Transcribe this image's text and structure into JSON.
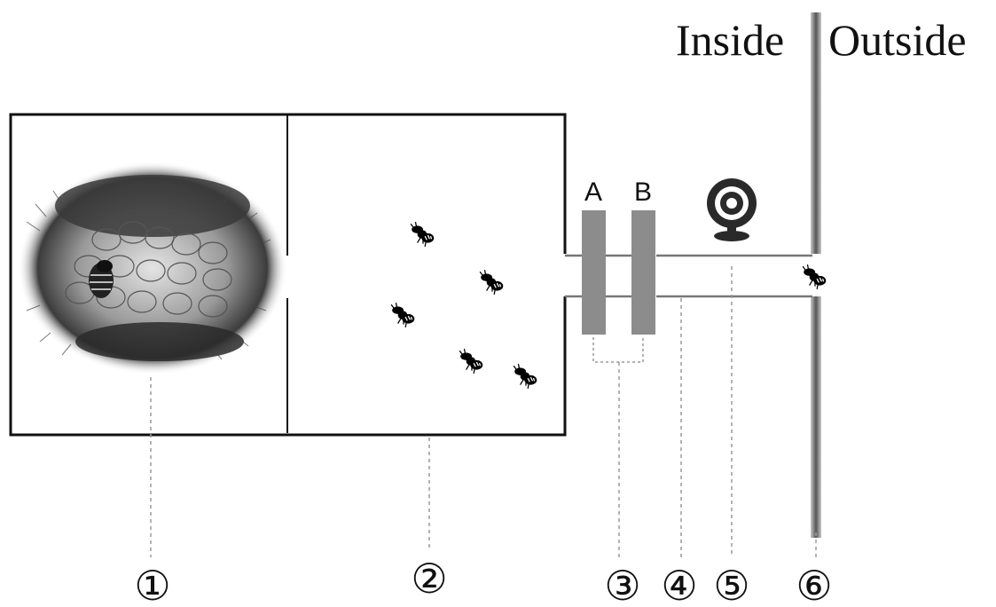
{
  "regions": {
    "inside_label": "Inside",
    "outside_label": "Outside"
  },
  "gates": {
    "a_label": "A",
    "b_label": "B"
  },
  "callouts": [
    {
      "id": "1",
      "symbol": "①"
    },
    {
      "id": "2",
      "symbol": "②"
    },
    {
      "id": "3",
      "symbol": "③"
    },
    {
      "id": "4",
      "symbol": "④"
    },
    {
      "id": "5",
      "symbol": "⑤"
    },
    {
      "id": "6",
      "symbol": "⑥"
    }
  ],
  "icons": {
    "nest": "bee-nest-illustration",
    "bee": "bee-icon",
    "camera": "webcam-icon"
  },
  "colors": {
    "line": "#111111",
    "gate": "#8c8c8c",
    "wall": "#6f6f6f",
    "leader": "#9a9a9a"
  }
}
